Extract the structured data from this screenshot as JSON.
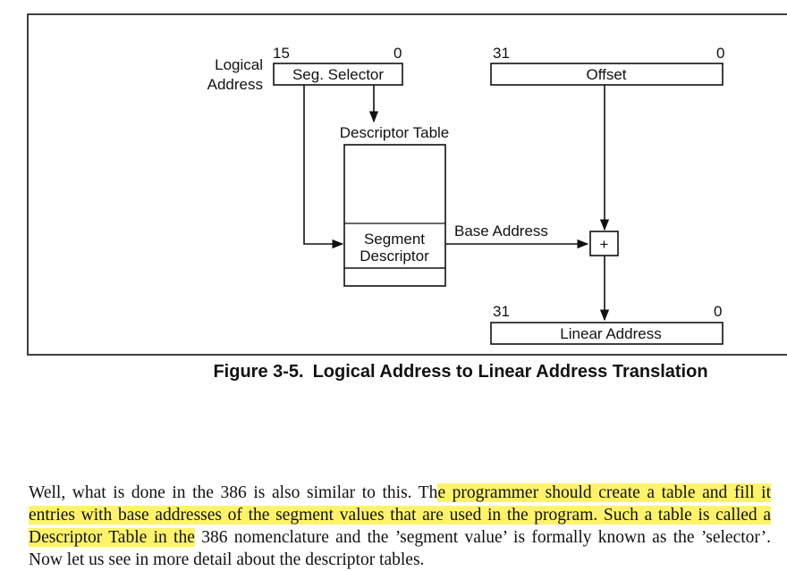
{
  "figure": {
    "logical_address_line1": "Logical",
    "logical_address_line2": "Address",
    "selector_high_bit": "15",
    "selector_low_bit": "0",
    "selector_label": "Seg. Selector",
    "offset_high_bit": "31",
    "offset_low_bit": "0",
    "offset_label": "Offset",
    "descriptor_table_label": "Descriptor Table",
    "segment_descriptor_line1": "Segment",
    "segment_descriptor_line2": "Descriptor",
    "base_address_label": "Base Address",
    "adder_symbol": "+",
    "linear_high_bit": "31",
    "linear_low_bit": "0",
    "linear_address_label": "Linear Address"
  },
  "caption": {
    "number": "Figure 3-5.",
    "title": "Logical Address to Linear Address Translation"
  },
  "paragraph": {
    "part1": "Well, what is done in the 386 is also similar to this. Th",
    "highlighted": "e programmer should create a table and fill it entries with base addresses of the segment values that are used in the program. Such a table is called a Descriptor Table in the",
    "part2": " 386 nomenclature and the ’segment value’ is formally known as the ’selector’. Now let us see in more detail about the descriptor tables.",
    "highlight_color": "#fff36b"
  }
}
